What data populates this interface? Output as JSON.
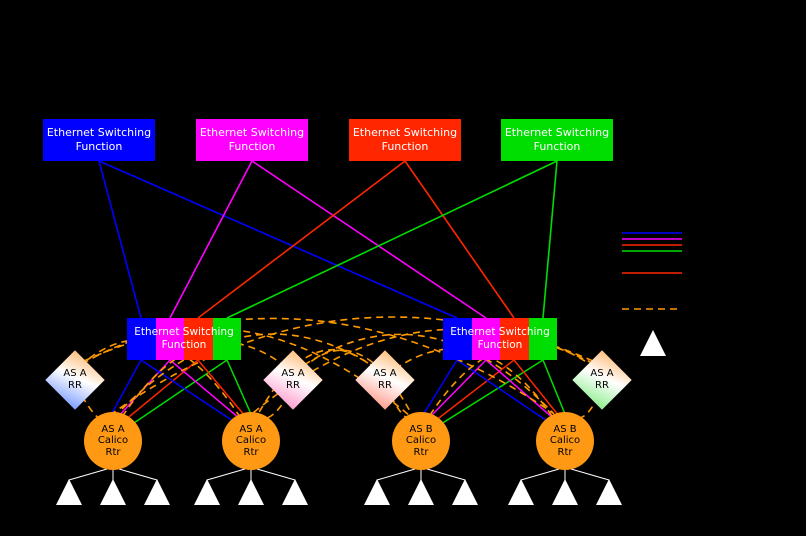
{
  "colors": {
    "background": "#000000",
    "blue": "#0000ff",
    "magenta": "#ff00ff",
    "red": "#ff2600",
    "green": "#00dd00",
    "orange": "#ff9900",
    "router_fill": "#ff9913",
    "host_triangle": "#ffffff"
  },
  "top_switches": [
    {
      "label": "Ethernet Switching\nFunction",
      "color": "#0000ff"
    },
    {
      "label": "Ethernet Switching\nFunction",
      "color": "#ff00ff"
    },
    {
      "label": "Ethernet Switching\nFunction",
      "color": "#ff2600"
    },
    {
      "label": "Ethernet Switching\nFunction",
      "color": "#00dd00"
    }
  ],
  "fabric_switches": [
    {
      "label": "Ethernet Switching\nFunction",
      "stripe_colors": [
        "#0000ff",
        "#ff00ff",
        "#ff2600",
        "#00dd00"
      ]
    },
    {
      "label": "Ethernet Switching\nFunction",
      "stripe_colors": [
        "#0000ff",
        "#ff00ff",
        "#ff2600",
        "#00dd00"
      ]
    }
  ],
  "route_reflectors": [
    {
      "label": "AS A\nRR"
    },
    {
      "label": "AS A\nRR"
    },
    {
      "label": "AS A\nRR"
    },
    {
      "label": "AS A\nRR"
    }
  ],
  "routers": [
    {
      "label": "AS A\nCalico\nRtr"
    },
    {
      "label": "AS A\nCalico\nRtr"
    },
    {
      "label": "AS B\nCalico\nRtr"
    },
    {
      "label": "AS B\nCalico\nRtr"
    }
  ],
  "hosts": {
    "triangle_count": 12,
    "groups": 4,
    "per_group": 3
  },
  "legend": {
    "items": [
      {
        "type": "line",
        "color": "#0000ff"
      },
      {
        "type": "line",
        "color": "#ff00ff"
      },
      {
        "type": "line",
        "color": "#ff2600"
      },
      {
        "type": "line",
        "color": "#00dd00"
      },
      {
        "type": "line",
        "color": "#ff2600"
      },
      {
        "type": "dashed-line",
        "color": "#ff9900"
      },
      {
        "type": "triangle",
        "color": "#ffffff"
      }
    ]
  }
}
